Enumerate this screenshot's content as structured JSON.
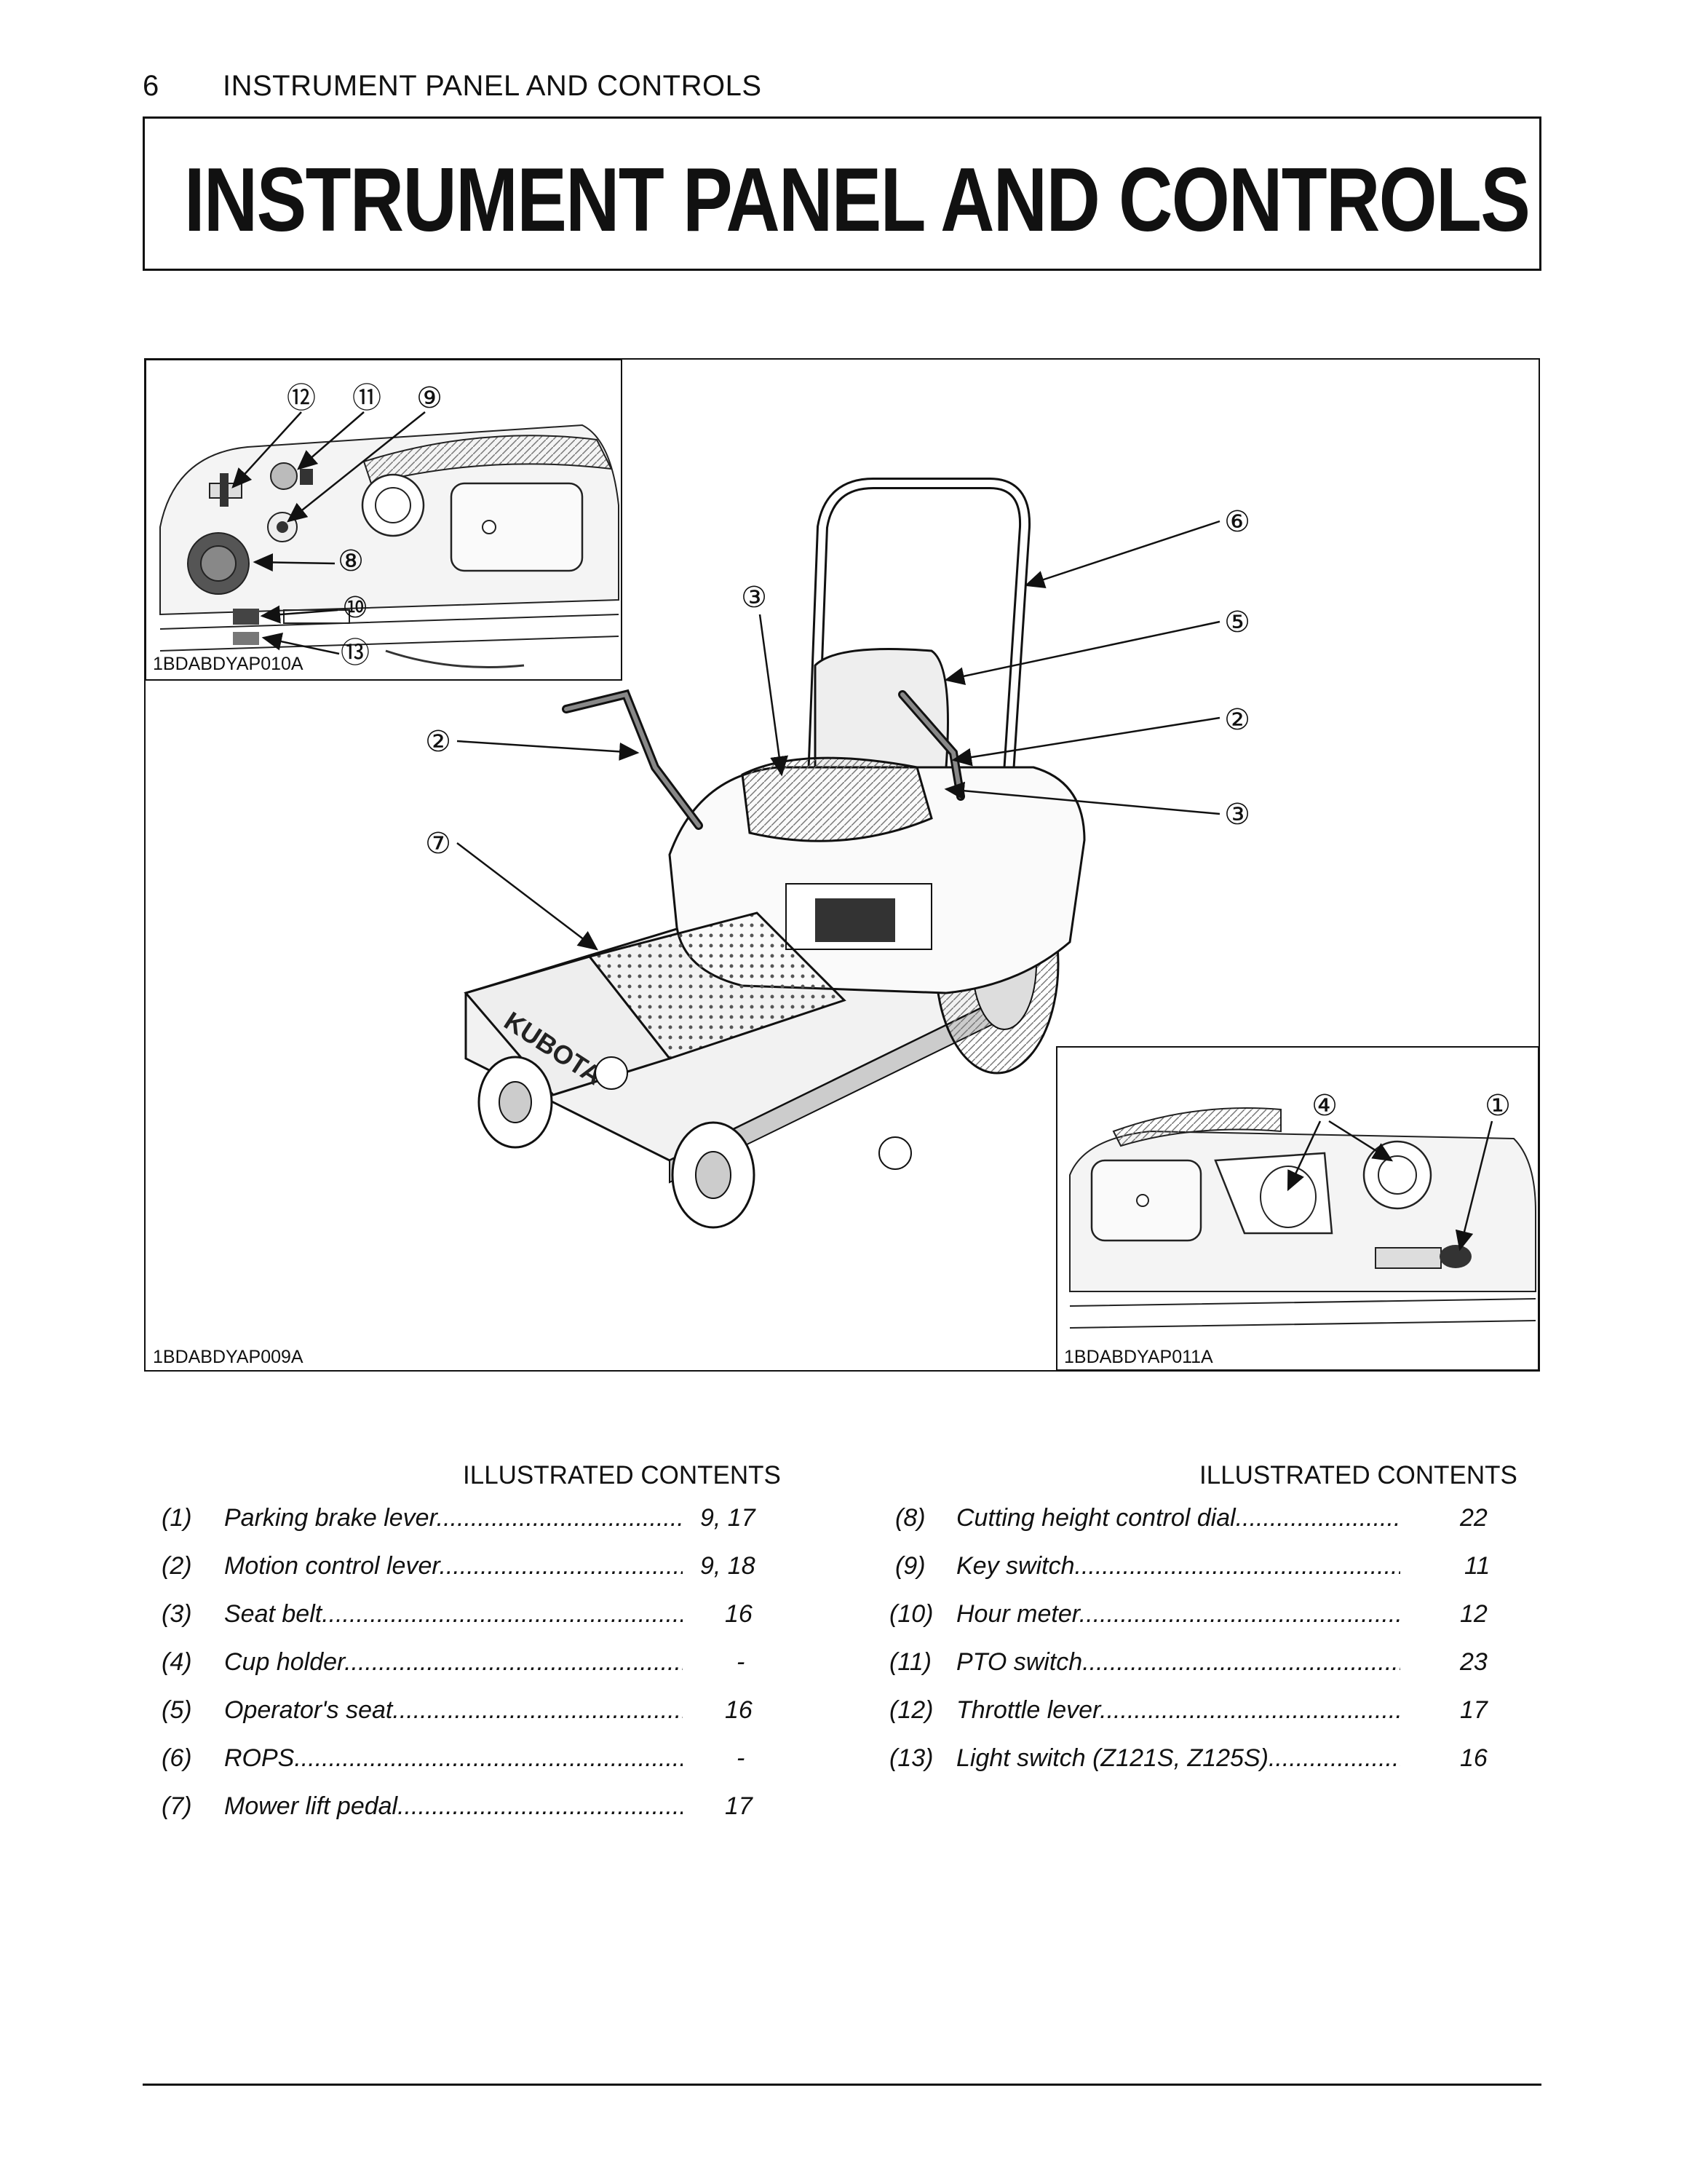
{
  "header": {
    "page_number": "6",
    "running_title": "INSTRUMENT PANEL AND CONTROLS"
  },
  "title": "INSTRUMENT PANEL AND CONTROLS",
  "figure": {
    "main_caption": "1BDABDYAP009A",
    "inset_top_left_caption": "1BDABDYAP010A",
    "inset_bottom_right_caption": "1BDABDYAP011A",
    "callouts": [
      "⑫",
      "⑪",
      "⑨",
      "⑧",
      "⑩",
      "⑬",
      "⑥",
      "⑤",
      "③",
      "②",
      "②",
      "③",
      "⑦",
      "④",
      "①"
    ],
    "brand_text": "KUBOTA"
  },
  "contents": {
    "left_heading": "ILLUSTRATED CONTENTS",
    "right_heading": "ILLUSTRATED CONTENTS",
    "left": [
      {
        "num": "(1)",
        "label": "Parking brake lever",
        "page": "9, 17"
      },
      {
        "num": "(2)",
        "label": "Motion control lever",
        "page": "9, 18"
      },
      {
        "num": "(3)",
        "label": "Seat belt",
        "page": "16"
      },
      {
        "num": "(4)",
        "label": "Cup holder",
        "page": "-"
      },
      {
        "num": "(5)",
        "label": "Operator's seat",
        "page": "16"
      },
      {
        "num": "(6)",
        "label": "ROPS",
        "page": "-"
      },
      {
        "num": "(7)",
        "label": "Mower lift pedal",
        "page": "17"
      }
    ],
    "right": [
      {
        "num": "(8)",
        "label": "Cutting height control dial",
        "page": "22"
      },
      {
        "num": "(9)",
        "label": "Key switch",
        "page": "11"
      },
      {
        "num": "(10)",
        "label": "Hour meter",
        "page": "12"
      },
      {
        "num": "(11)",
        "label": "PTO switch",
        "page": "23"
      },
      {
        "num": "(12)",
        "label": "Throttle lever",
        "page": "17"
      },
      {
        "num": "(13)",
        "label": "Light switch (Z121S, Z125S)",
        "page": "16"
      }
    ],
    "leader": "................................................................................"
  }
}
